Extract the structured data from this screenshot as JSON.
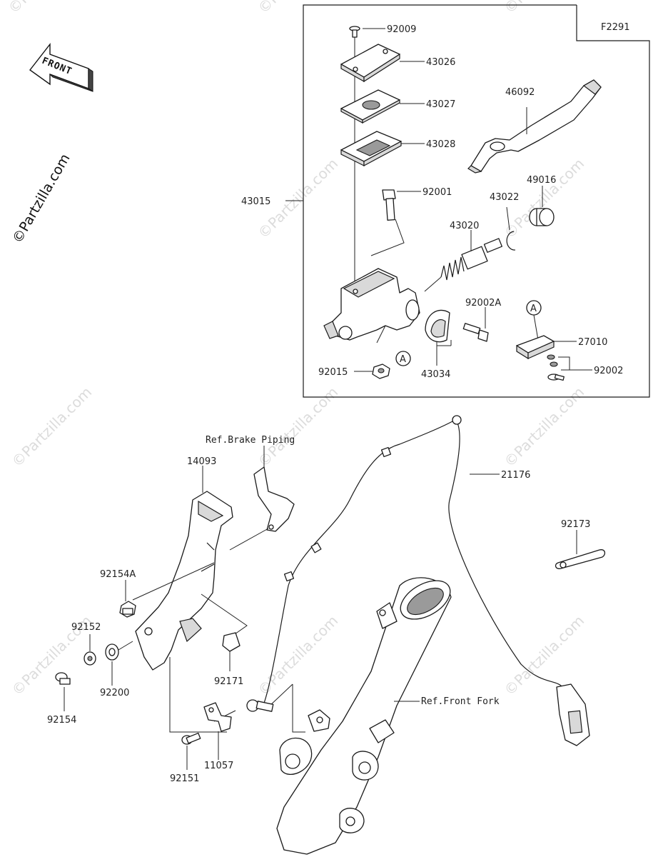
{
  "diagram_code": "F2291",
  "front_arrow_label": "FRONT",
  "copyright_mark": "©Partzilla.com",
  "watermark": "©Partzilla.com",
  "refs": {
    "brake_piping": "Ref.Brake Piping",
    "front_fork": "Ref.Front Fork"
  },
  "callout_letter": "A",
  "parts": {
    "p92009": "92009",
    "p43026": "43026",
    "p43027": "43027",
    "p43028": "43028",
    "p46092": "46092",
    "p43015": "43015",
    "p92001": "92001",
    "p43022": "43022",
    "p49016": "49016",
    "p43020": "43020",
    "p92002A": "92002A",
    "p27010": "27010",
    "p92002": "92002",
    "p92015": "92015",
    "p43034": "43034",
    "p14093": "14093",
    "p21176": "21176",
    "p92173": "92173",
    "p92154A": "92154A",
    "p92152": "92152",
    "p92200": "92200",
    "p92154": "92154",
    "p92171": "92171",
    "p11057": "11057",
    "p92151": "92151"
  }
}
